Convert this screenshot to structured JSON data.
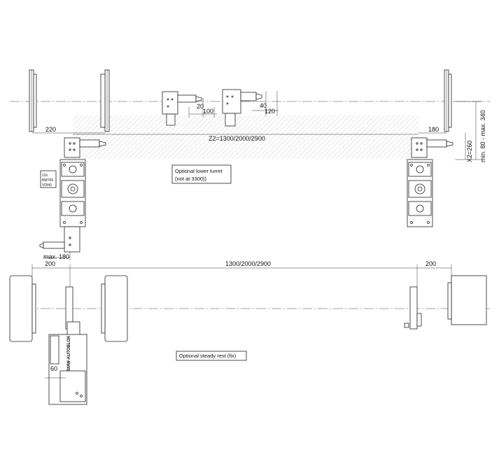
{
  "dimensions": {
    "top": {
      "d20": "20",
      "d100": "100",
      "d40": "40",
      "d120": "120",
      "d220": "220",
      "d180": "180",
      "z2": "Z2=1300/2000/2900",
      "x2": "X2=260",
      "minmax": "min. 80 - max. 340",
      "max180": "max. 180"
    },
    "bottom": {
      "left": "200",
      "center": "1300/2000/2900",
      "right": "200",
      "d60": "60"
    }
  },
  "labels": {
    "lower_turret_line1": "Optional lower turret",
    "lower_turret_line2": "(not at 3300))",
    "steady_rest": "Optional steady rest (fix)",
    "tool_note_1": "12x",
    "tool_note_2": "BMT65",
    "tool_note_3": "VDI40",
    "brand": "SMW-AUTOBLOK"
  }
}
